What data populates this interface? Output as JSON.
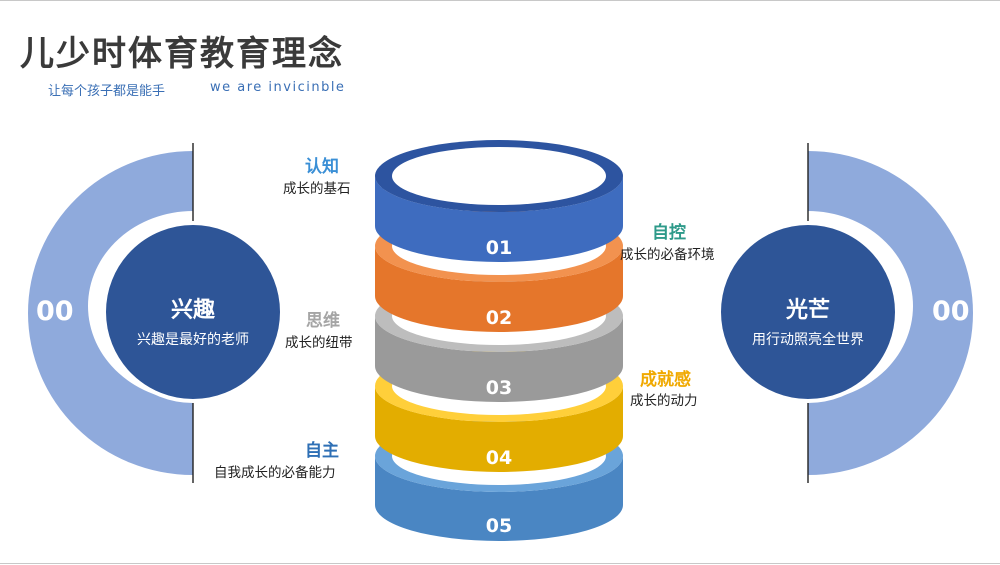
{
  "title": "儿少时体育教育理念",
  "subtitle": "让每个孩子都是能手",
  "subtitle_en": "we  are invicinble",
  "colors": {
    "navy": "#2e5597",
    "arc": "#8faadc",
    "ring01": "#4472c4",
    "ring02": "#ed7d31",
    "ring03": "#a5a5a5",
    "ring04": "#ffc000",
    "ring05": "#5b9bd5"
  },
  "left_circle": {
    "number": "00",
    "title": "兴趣",
    "text": "兴趣是最好的老师"
  },
  "right_circle": {
    "number": "00",
    "title": "光芒",
    "text": "用行动照亮全世界"
  },
  "rings": [
    {
      "number": "01",
      "title": "认知",
      "text": "成长的基石",
      "title_color": "#3a8fd6"
    },
    {
      "number": "02",
      "title": "自控",
      "text": "成长的必备环境",
      "title_color": "#2e9a8a"
    },
    {
      "number": "03",
      "title": "思维",
      "text": "成长的纽带",
      "title_color": "#a5a5a5"
    },
    {
      "number": "04",
      "title": "成就感",
      "text": "成长的动力",
      "title_color": "#f0a900"
    },
    {
      "number": "05",
      "title": "自主",
      "text": "自我成长的必备能力",
      "title_color": "#2e6fb5"
    }
  ]
}
